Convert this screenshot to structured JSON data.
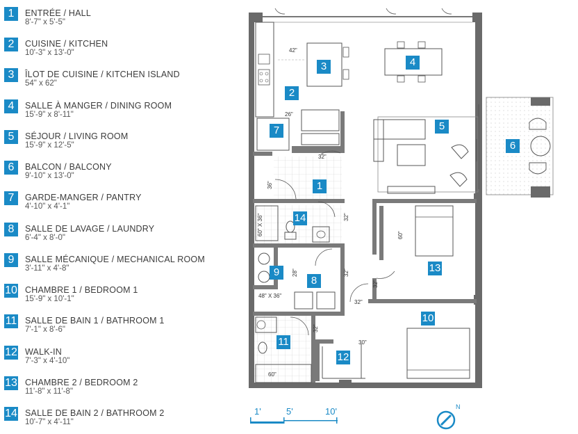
{
  "accent_color": "#1a8ac6",
  "wall_color": "#6a6a6a",
  "legend": [
    {
      "num": "1",
      "name": "ENTRÉE / HALL",
      "dims": "8'-7\" x 5'-5\""
    },
    {
      "num": "2",
      "name": "CUISINE / KITCHEN",
      "dims": "10'-3\" x 13'-0\""
    },
    {
      "num": "3",
      "name": "ÎLOT DE CUISINE / KITCHEN ISLAND",
      "dims": "54\" x 62\""
    },
    {
      "num": "4",
      "name": "SALLE À MANGER / DINING ROOM",
      "dims": "15'-9\" x 8'-11\""
    },
    {
      "num": "5",
      "name": "SÉJOUR / LIVING ROOM",
      "dims": "15'-9\" x 12'-5\""
    },
    {
      "num": "6",
      "name": "BALCON / BALCONY",
      "dims": "9'-10\" x 13'-0\""
    },
    {
      "num": "7",
      "name": "GARDE-MANGER / PANTRY",
      "dims": "4'-10\" x 4'-1\""
    },
    {
      "num": "8",
      "name": "SALLE DE LAVAGE / LAUNDRY",
      "dims": "6'-4\" x 8'-0\""
    },
    {
      "num": "9",
      "name": "SALLE MÉCANIQUE / MECHANICAL ROOM",
      "dims": "3'-11\" x 4'-8\""
    },
    {
      "num": "10",
      "name": "CHAMBRE 1 / BEDROOM 1",
      "dims": "15'-9\" x 10'-1\""
    },
    {
      "num": "11",
      "name": "SALLE DE BAIN 1 / BATHROOM 1",
      "dims": "7'-1\" x 8'-6\""
    },
    {
      "num": "12",
      "name": "WALK-IN",
      "dims": "7'-3\" x 4'-10\""
    },
    {
      "num": "13",
      "name": "CHAMBRE 2 / BEDROOM 2",
      "dims": "11'-8\" x 11'-8\""
    },
    {
      "num": "14",
      "name": "SALLE DE BAIN 2 / BATHROOM 2",
      "dims": "10'-7\" x 4'-11\""
    }
  ],
  "plan_badges": [
    "3",
    "4",
    "2",
    "7",
    "5",
    "6",
    "1",
    "14",
    "13",
    "9",
    "8",
    "10",
    "11",
    "12"
  ],
  "dims": {
    "d42": "42\"",
    "d26": "26\"",
    "d32a": "32\"",
    "d36": "36\"",
    "d60x36": "60\" X 36\"",
    "d32b": "32\"",
    "d60": "60\"",
    "d28": "28\"",
    "d32c": "32\"",
    "d32d": "32\"",
    "d48x36": "48\" X 36\"",
    "d32e": "32\"",
    "d32f": "32\"",
    "d30": "30\"",
    "d60tub": "60\""
  },
  "scale": {
    "s1": "1'",
    "s5": "5'",
    "s10": "10'"
  },
  "compass": {
    "north": "N"
  }
}
